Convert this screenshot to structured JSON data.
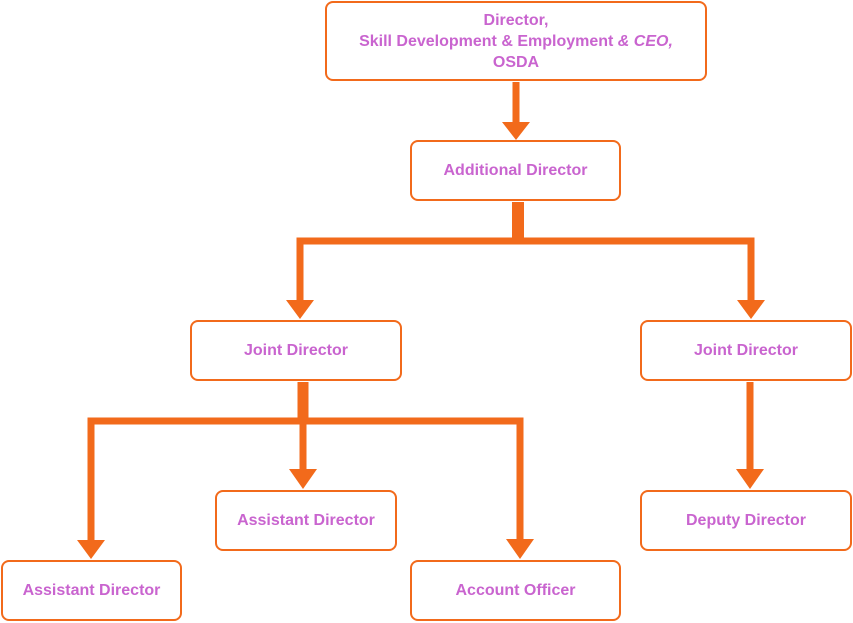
{
  "colors": {
    "connector": "#f26a1b",
    "border": "#f26a1b",
    "text": "#c964cf"
  },
  "nodes": {
    "director": {
      "line1": "Director,",
      "line2_prefix": "Skill Development & Employment ",
      "line2_italic": "& CEO,",
      "line3": "OSDA"
    },
    "additional_director": "Additional Director",
    "joint_director_left": "Joint Director",
    "joint_director_right": "Joint Director",
    "assistant_director_mid": "Assistant Director",
    "deputy_director": "Deputy Director",
    "assistant_director_left": "Assistant Director",
    "account_officer": "Account Officer"
  }
}
